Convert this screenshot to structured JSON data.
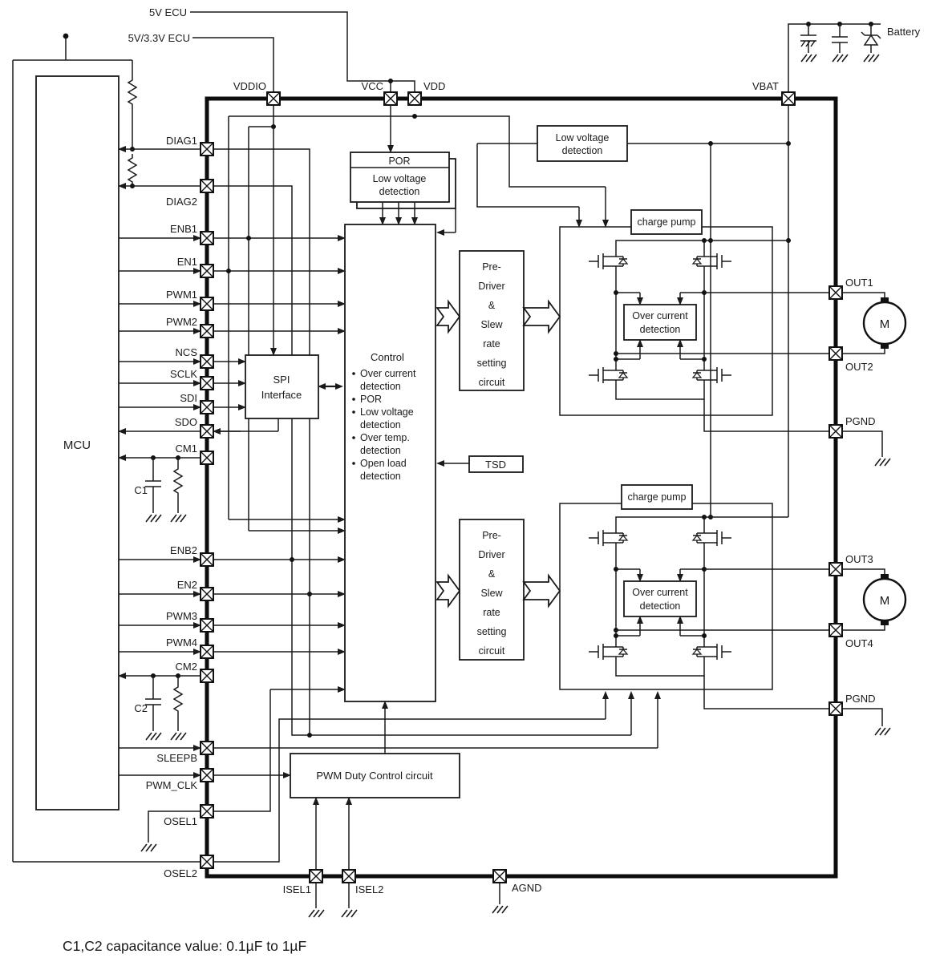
{
  "page": {
    "caption": "C1,C2 capacitance value: 0.1µF to 1µF"
  },
  "external": {
    "ecu5": "5V ECU",
    "ecu533": "5V/3.3V ECU",
    "battery": "Battery",
    "mcu": "MCU",
    "c1": "C1",
    "c2": "C2"
  },
  "pins": {
    "top": [
      "VDDIO",
      "VCC",
      "VDD",
      "VBAT"
    ],
    "left": [
      "DIAG1",
      "DIAG2",
      "ENB1",
      "EN1",
      "PWM1",
      "PWM2",
      "NCS",
      "SCLK",
      "SDI",
      "SDO",
      "CM1",
      "ENB2",
      "EN2",
      "PWM3",
      "PWM4",
      "CM2",
      "SLEEPB",
      "PWM_CLK",
      "OSEL1",
      "OSEL2"
    ],
    "right": [
      "OUT1",
      "OUT2",
      "PGND",
      "OUT3",
      "OUT4",
      "PGND"
    ],
    "bottom": [
      "ISEL1",
      "ISEL2",
      "AGND"
    ]
  },
  "blocks": {
    "por": "POR",
    "por_sub1": "Low voltage",
    "por_sub2": "detection",
    "lvd1": "Low voltage",
    "lvd2": "detection",
    "spi1": "SPI",
    "spi2": "Interface",
    "control_title": "Control",
    "control_lines": [
      "Over current",
      "detection",
      "POR",
      "Low voltage",
      "detection",
      "Over temp.",
      "detection",
      "Open load",
      "detection"
    ],
    "predriver": [
      "Pre-",
      "Driver",
      "&",
      "Slew",
      "rate",
      "setting",
      "circuit"
    ],
    "tsd": "TSD",
    "charge_pump": "charge pump",
    "ocd1": "Over current",
    "ocd2": "detection",
    "pwm_duty": "PWM Duty Control circuit",
    "motor": "M"
  }
}
